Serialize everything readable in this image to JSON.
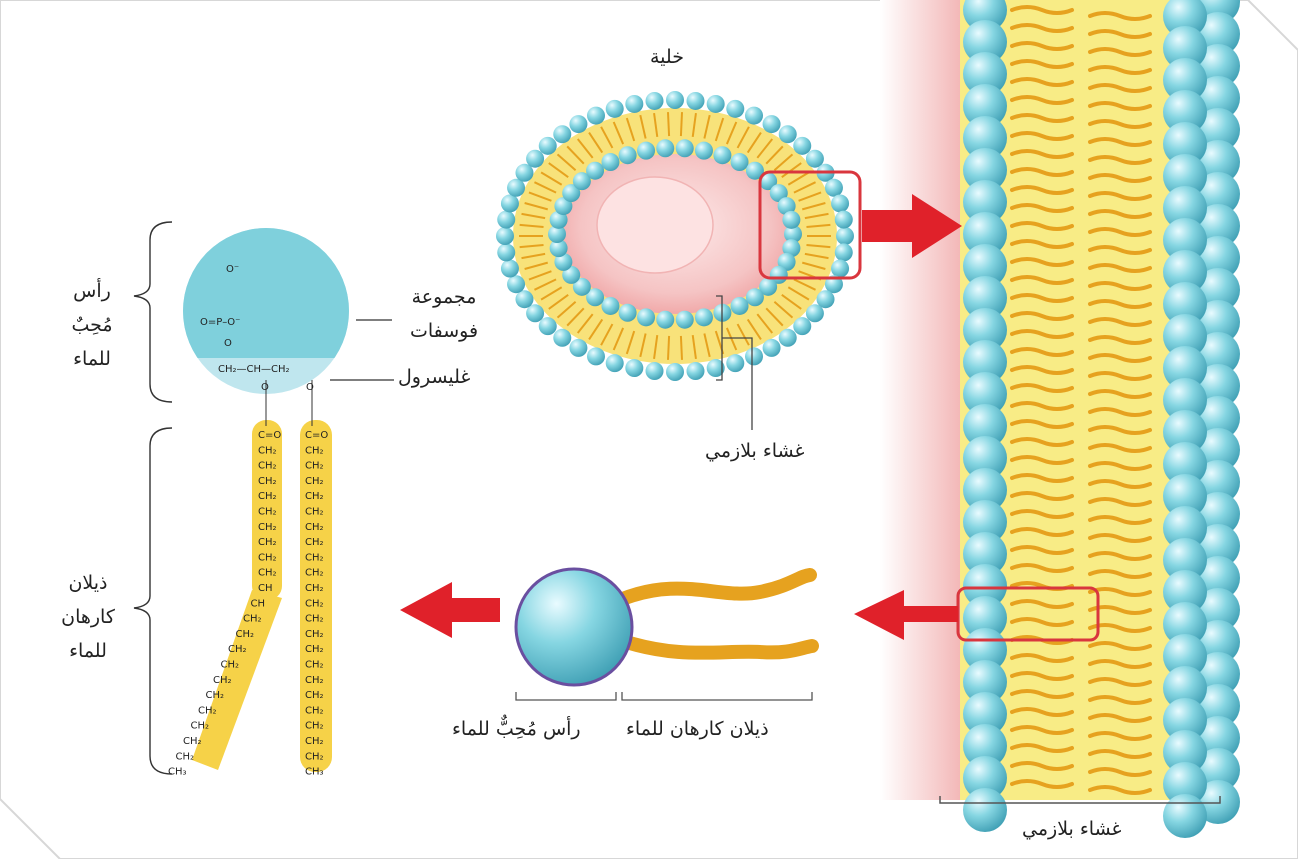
{
  "labels": {
    "cell": "خلية",
    "plasma_membrane_top": "غشاء بلازمي",
    "plasma_membrane_bottom": "غشاء بلازمي",
    "phosphate_group": [
      "مجموعة",
      "فوسفات"
    ],
    "glycerol": "غليسرول",
    "hydrophilic_head_lines": [
      "رأس",
      "مُحِبٌ",
      "للماء"
    ],
    "hydrophobic_tails_lines": [
      "ذيلان",
      "كارهان",
      "للماء"
    ],
    "hydrophilic_head_small": "رأس مُحِبٌّ للماء",
    "hydrophobic_tails_small": "ذيلان كارهان للماء"
  },
  "chemistry": {
    "phosphate_o_minus_top": "O⁻",
    "phosphate_row": "O=P–O⁻",
    "phosphate_o_bottom": "O",
    "glycerol_row": "CH₂—CH—CH₂",
    "ester_o": "O",
    "carbonyl": "C=O",
    "ch2": "CH₂",
    "ch": "CH",
    "ch3": "CH₃"
  },
  "colors": {
    "head_blue": "#7fd0dc",
    "head_light": "#bfe6ee",
    "tail_yellow": "#f6d248",
    "tail_orange": "#e6a21f",
    "arrow_red": "#e0212a",
    "box_red": "#d9363e",
    "membrane_bg": "#f7e97a",
    "cytoplasm_pink": "#f6c9c9"
  }
}
